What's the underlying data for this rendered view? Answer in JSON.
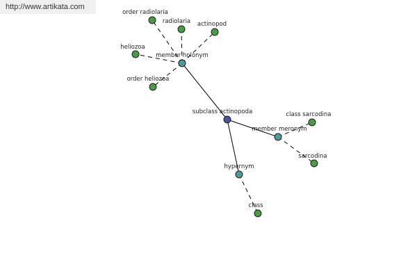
{
  "watermark": {
    "text": "http://www.artikata.com"
  },
  "colors": {
    "root": "#4a55a0",
    "relation": "#4f9a9a",
    "leaf": "#4a9a46",
    "edge": "#000000"
  },
  "nodes": {
    "root": {
      "label": "subclass actinopoda",
      "kind": "root"
    },
    "member_holonym": {
      "label": "member holonym",
      "kind": "relation"
    },
    "member_meronym": {
      "label": "member meronym",
      "kind": "relation"
    },
    "hypernym": {
      "label": "hypernym",
      "kind": "relation"
    },
    "order_radiolaria": {
      "label": "order radiolaria",
      "kind": "leaf"
    },
    "radiolaria": {
      "label": "radiolaria",
      "kind": "leaf"
    },
    "actinopod": {
      "label": "actinopod",
      "kind": "leaf"
    },
    "heliozoa": {
      "label": "heliozoa",
      "kind": "leaf"
    },
    "order_heliozoa": {
      "label": "order heliozoa",
      "kind": "leaf"
    },
    "class_sarcodina": {
      "label": "class sarcodina",
      "kind": "leaf"
    },
    "sarcodina": {
      "label": "sarcodina",
      "kind": "leaf"
    },
    "class": {
      "label": "class",
      "kind": "leaf"
    }
  },
  "edges": [
    {
      "from": "root",
      "to": "member_holonym",
      "style": "solid"
    },
    {
      "from": "root",
      "to": "member_meronym",
      "style": "solid"
    },
    {
      "from": "root",
      "to": "hypernym",
      "style": "solid"
    },
    {
      "from": "member_holonym",
      "to": "order_radiolaria",
      "style": "dashed"
    },
    {
      "from": "member_holonym",
      "to": "radiolaria",
      "style": "dashed"
    },
    {
      "from": "member_holonym",
      "to": "actinopod",
      "style": "dashed"
    },
    {
      "from": "member_holonym",
      "to": "heliozoa",
      "style": "dashed"
    },
    {
      "from": "member_holonym",
      "to": "order_heliozoa",
      "style": "dashed"
    },
    {
      "from": "member_meronym",
      "to": "class_sarcodina",
      "style": "dashed"
    },
    {
      "from": "member_meronym",
      "to": "sarcodina",
      "style": "dashed"
    },
    {
      "from": "hypernym",
      "to": "class",
      "style": "dashed"
    }
  ]
}
